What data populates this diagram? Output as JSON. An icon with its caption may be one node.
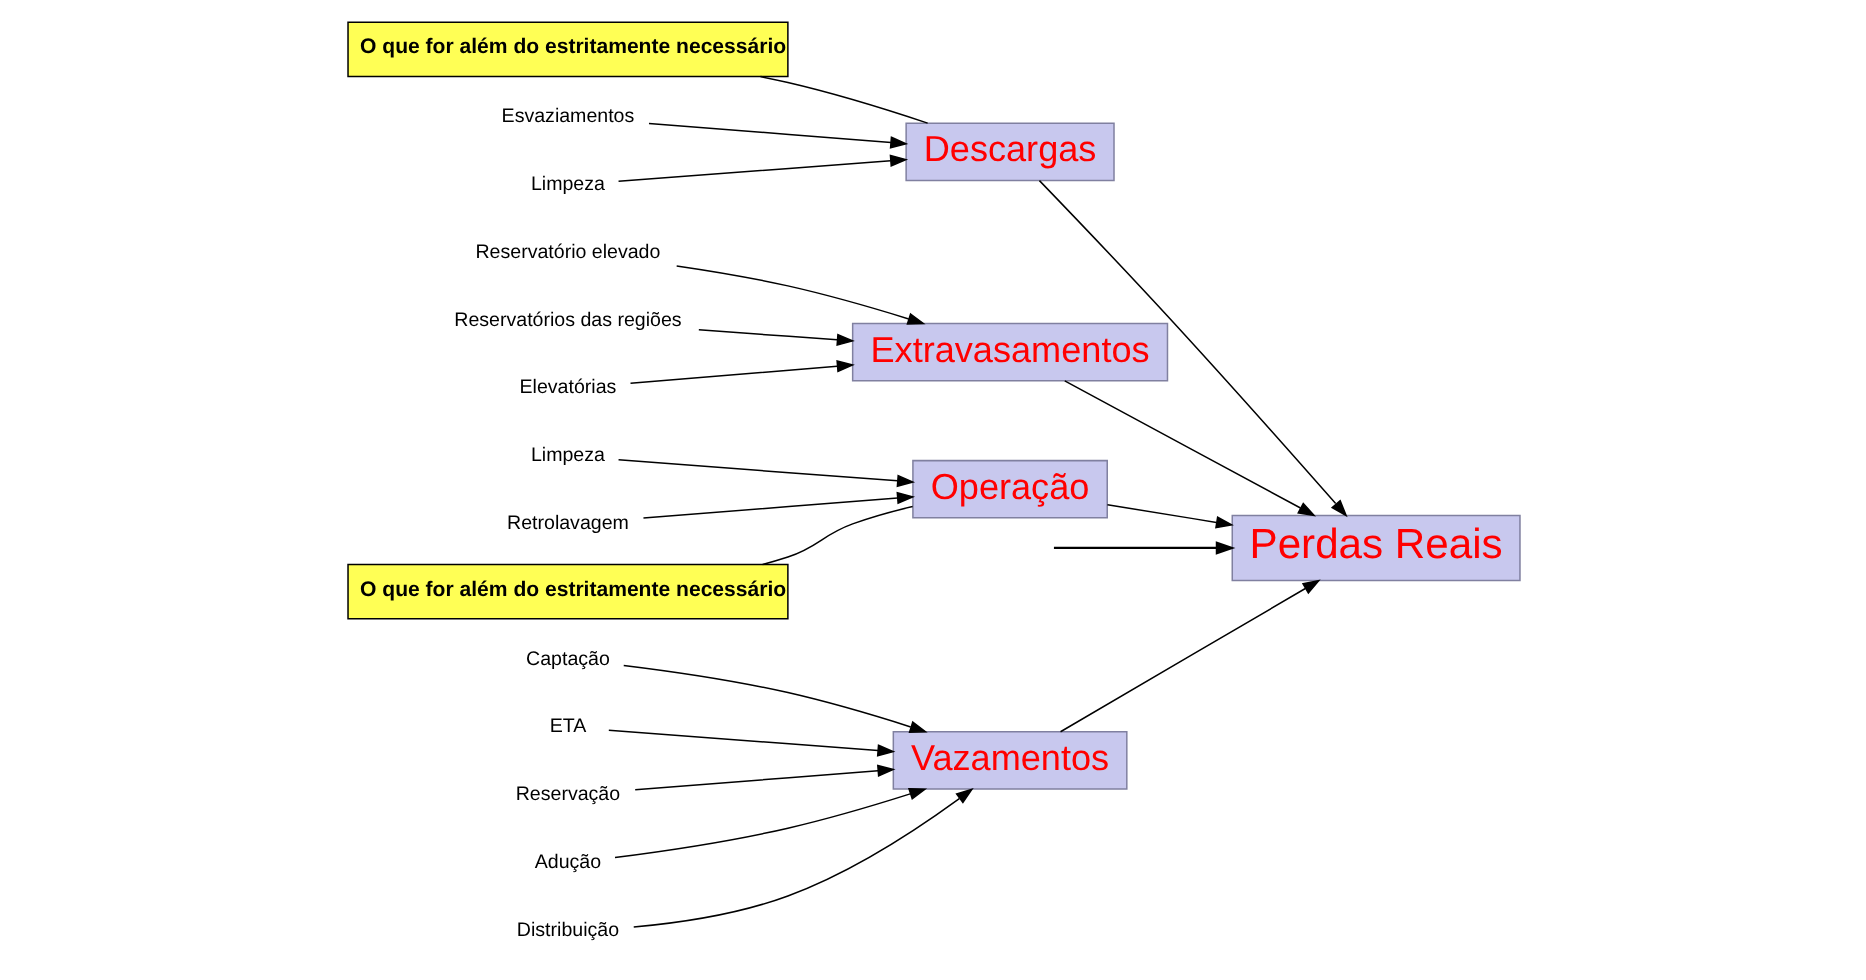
{
  "diagram": {
    "nodes": [
      {
        "text": [
          "Vazamentos"
        ]
      },
      {
        "text": [
          "Descargas"
        ]
      },
      {
        "text": [
          "O que for além do estritamente necessário"
        ]
      },
      {
        "text": [
          "Captação"
        ]
      },
      {
        "text": [
          "ETA"
        ]
      },
      {
        "text": [
          "Reservação"
        ]
      },
      {
        "text": [
          "Adução"
        ]
      },
      {
        "text": [
          "Distribuição"
        ]
      },
      {
        "text": [
          "Esvaziamentos"
        ]
      },
      {
        "text": [
          "Limpeza"
        ]
      },
      {
        "text": [
          "Perdas Reais"
        ]
      },
      {
        "text": [
          "Reservatório elevado"
        ]
      },
      {
        "text": [
          "Limpeza"
        ]
      },
      {
        "text": [
          "Reservatórios das regiões"
        ]
      },
      {
        "text": [
          "Retrolavagem"
        ]
      },
      {
        "text": [
          "Elevatórias"
        ]
      },
      {
        "text": [
          "Extravasamentos"
        ]
      },
      {
        "text": [
          "Operação"
        ]
      },
      {
        "text": [
          "O que for além do estritamente necessário"
        ]
      }
    ],
    "edges": [
      {
        "from": 3,
        "to": 0,
        "arrow": "to"
      },
      {
        "from": 4,
        "to": 0,
        "arrow": "to"
      },
      {
        "from": 5,
        "to": 0,
        "arrow": "to"
      },
      {
        "from": 6,
        "to": 0,
        "arrow": "to"
      },
      {
        "from": 7,
        "to": 0,
        "arrow": "to"
      },
      {
        "from": 8,
        "to": 1,
        "arrow": "to"
      },
      {
        "from": 9,
        "to": 1,
        "arrow": "to"
      },
      {
        "from": 2,
        "to": 1,
        "arrow": "none"
      },
      {
        "from": 11,
        "to": 16,
        "arrow": "to"
      },
      {
        "from": 13,
        "to": 16,
        "arrow": "to"
      },
      {
        "from": 15,
        "to": 16,
        "arrow": "to"
      },
      {
        "from": 12,
        "to": 17,
        "arrow": "to"
      },
      {
        "from": 14,
        "to": 17,
        "arrow": "to"
      },
      {
        "from": 18,
        "to": 17,
        "arrow": "none"
      },
      {
        "from": null,
        "to": 10,
        "arrow": "to"
      },
      {
        "from": 0,
        "to": 10,
        "arrow": "to"
      },
      {
        "from": 1,
        "to": 10,
        "arrow": "to"
      },
      {
        "from": 16,
        "to": 10,
        "arrow": "to"
      },
      {
        "from": 17,
        "to": 10,
        "arrow": "to"
      }
    ]
  }
}
